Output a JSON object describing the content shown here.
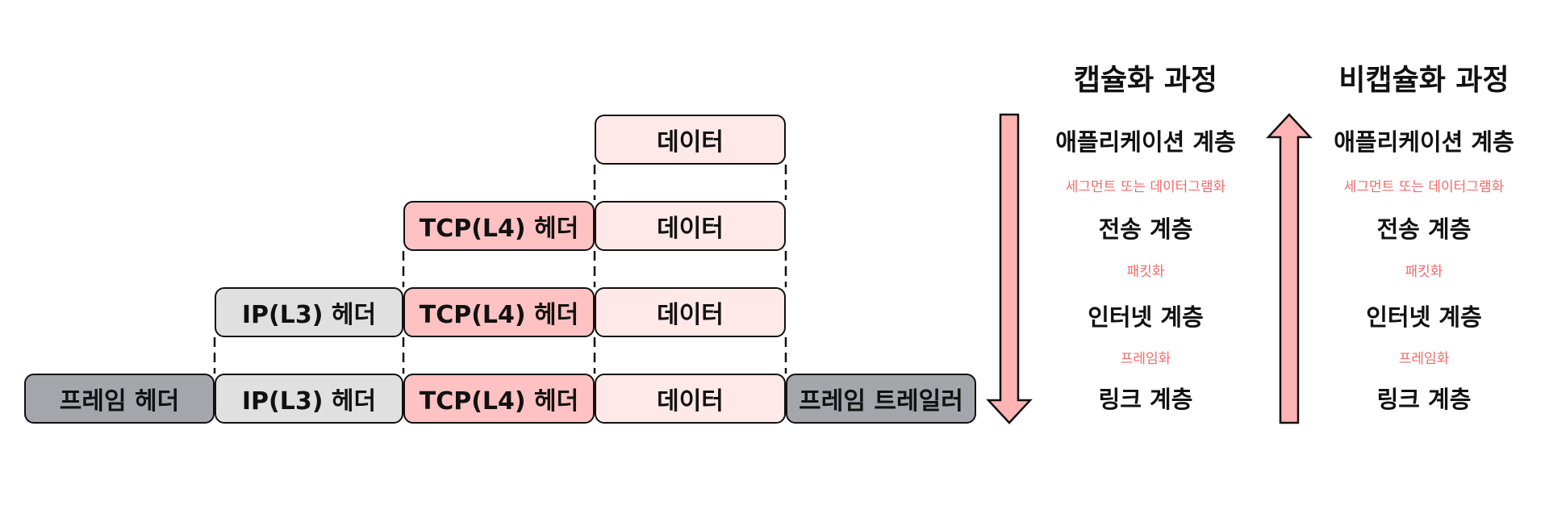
{
  "stack": {
    "data_label": "데이터",
    "tcp_label": "TCP(L4) 헤더",
    "ip_label": "IP(L3) 헤더",
    "frame_header_label": "프레임 헤더",
    "frame_trailer_label": "프레임 트레일러"
  },
  "encapsulation": {
    "title": "캡슐화 과정",
    "layers": [
      "애플리케이션 계층",
      "전송 계층",
      "인터넷 계층",
      "링크 계층"
    ],
    "pdus": [
      "세그먼트 또는 데이터그램화",
      "패킷화",
      "프레임화"
    ]
  },
  "decapsulation": {
    "title": "비캡슐화 과정",
    "layers": [
      "애플리케이션 계층",
      "전송 계층",
      "인터넷 계층",
      "링크 계층"
    ],
    "pdus": [
      "세그먼트 또는 데이터그램화",
      "패킷화",
      "프레임화"
    ]
  },
  "colors": {
    "data": "#ffe8e8",
    "tcp_header": "#ffc2c3",
    "ip_header": "#e0e0e0",
    "frame": "#a4a6ab",
    "arrow": "#ffb3b3",
    "pdu_text": "#f26b6b"
  }
}
